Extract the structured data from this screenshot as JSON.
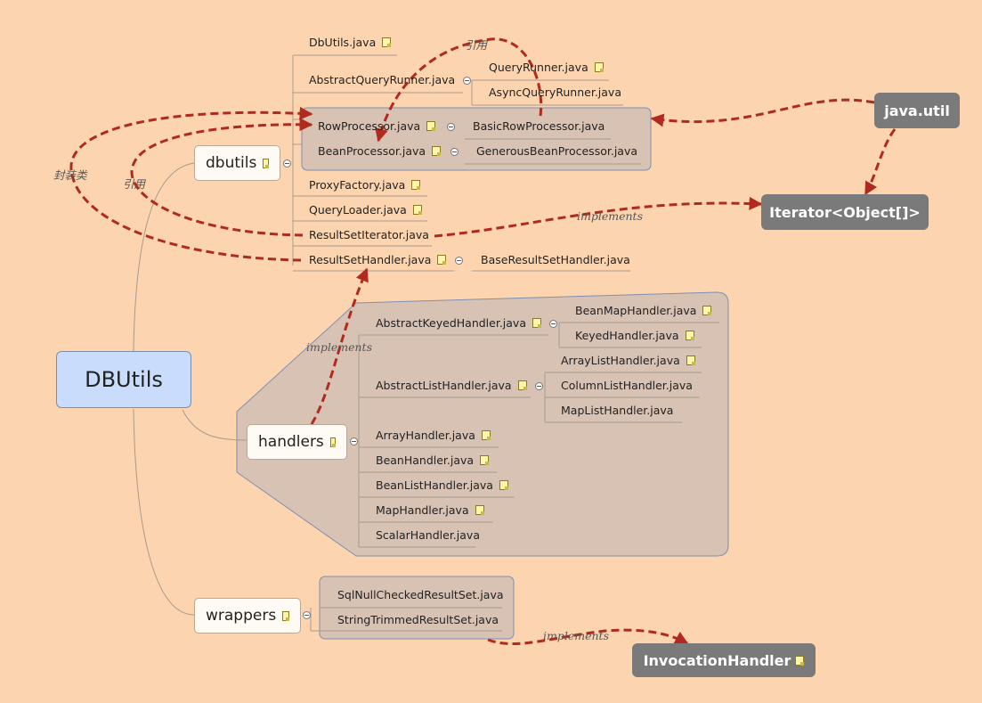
{
  "root": {
    "label": "DBUtils"
  },
  "dbutils": {
    "label": "dbutils",
    "items": [
      {
        "label": "DbUtils.java"
      },
      {
        "label": "AbstractQueryRunner.java",
        "children": [
          {
            "label": "QueryRunner.java"
          },
          {
            "label": "AsyncQueryRunner.java"
          }
        ]
      },
      {
        "label": "RowProcessor.java",
        "children": [
          {
            "label": "BasicRowProcessor.java"
          }
        ]
      },
      {
        "label": "BeanProcessor.java",
        "children": [
          {
            "label": "GenerousBeanProcessor.java"
          }
        ]
      },
      {
        "label": "ProxyFactory.java"
      },
      {
        "label": "QueryLoader.java"
      },
      {
        "label": "ResultSetIterator.java"
      },
      {
        "label": "ResultSetHandler.java",
        "children": [
          {
            "label": "BaseResultSetHandler.java"
          }
        ]
      }
    ]
  },
  "handlers": {
    "label": "handlers",
    "items": [
      {
        "label": "AbstractKeyedHandler.java",
        "children": [
          {
            "label": "BeanMapHandler.java"
          },
          {
            "label": "KeyedHandler.java"
          }
        ]
      },
      {
        "label": "AbstractListHandler.java",
        "children": [
          {
            "label": "ArrayListHandler.java"
          },
          {
            "label": "ColumnListHandler.java"
          },
          {
            "label": "MapListHandler.java"
          }
        ]
      },
      {
        "label": "ArrayHandler.java"
      },
      {
        "label": "BeanHandler.java"
      },
      {
        "label": "BeanListHandler.java"
      },
      {
        "label": "MapHandler.java"
      },
      {
        "label": "ScalarHandler.java"
      }
    ]
  },
  "wrappers": {
    "label": "wrappers",
    "items": [
      {
        "label": "SqlNullCheckedResultSet.java"
      },
      {
        "label": "StringTrimmedResultSet.java"
      }
    ]
  },
  "external": {
    "java_util": "java.util",
    "iterator": "Iterator<Object[]>",
    "invocation_handler": "InvocationHandler"
  },
  "relationships": {
    "ref_1": "引用",
    "ref_2": "引用",
    "wrapper_class": "封装类",
    "implements_1": "implements",
    "implements_2": "implements",
    "implements_3": "implements"
  },
  "colors": {
    "background": "#fcd5b0",
    "root_fill": "#c9dcfb",
    "group_fill": "#d8c2b4",
    "external_fill": "#7a7a7a",
    "arrow": "#b02a20"
  }
}
